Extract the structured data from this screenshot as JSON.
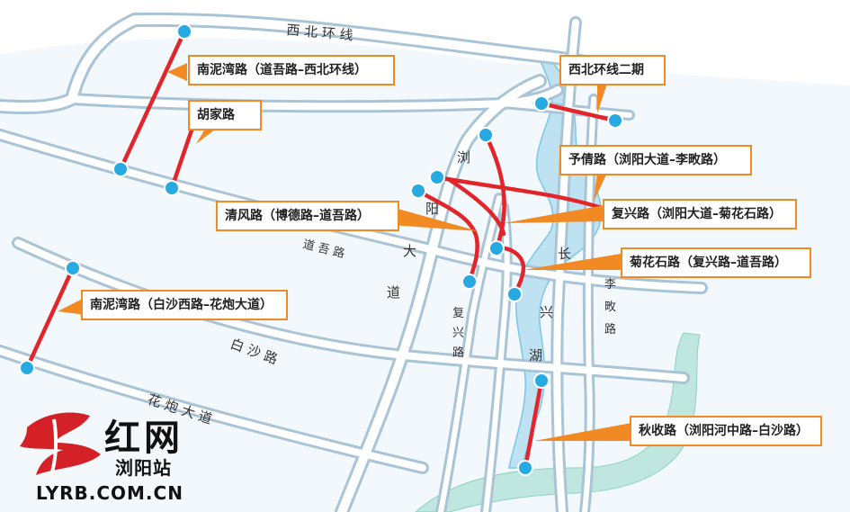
{
  "labels": {
    "roads": {
      "xibei_huanxian": "西 北 环 线",
      "daowu_lu": "道 吾 路",
      "baisha_lu": "白 沙 路",
      "huapao_dadao": "花 炮 大 道",
      "fuxing_lu": "复 兴 路",
      "limin_lu": "李 畋 路"
    },
    "liuyang_dadao_chars": [
      "浏",
      "阳",
      "大",
      "道"
    ],
    "changxing_hu_chars": [
      "长",
      "兴",
      "湖"
    ]
  },
  "callouts": {
    "nanniwan_north": "南泥湾路（道吾路–西北环线）",
    "hujia": "胡家路",
    "xibei_phase2": "西北环线二期",
    "yuqian": "予倩路（浏阳大道–李畋路）",
    "qingfeng": "清风路（博德路–道吾路）",
    "fuxing": "复兴路（浏阳大道–菊花石路）",
    "juhuashi": "菊花石路（复兴路–道吾路）",
    "nanniwan_south": "南泥湾路（白沙西路–花炮大道）",
    "qiushou": "秋收路（浏阳河中路–白沙路）"
  },
  "logo": {
    "name": "红网",
    "station": "浏阳站",
    "url": "LYRB.COM.CN"
  },
  "colors": {
    "background_road": "#a9c4d6",
    "water": "#bfe2f3",
    "new_road": "#e2242b",
    "node": "#27a9e1",
    "callout_border": "#f28a24",
    "callout_pointer": "#f28a24",
    "logo_red": "#d42027"
  }
}
